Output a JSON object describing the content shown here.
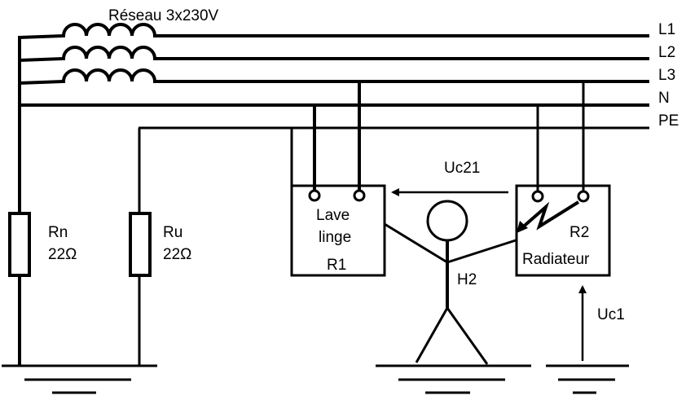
{
  "title": "Réseau 3x230V",
  "conductors": [
    {
      "id": "L1",
      "label": "L1"
    },
    {
      "id": "L2",
      "label": "L2"
    },
    {
      "id": "L3",
      "label": "L3"
    },
    {
      "id": "N",
      "label": "N"
    },
    {
      "id": "PE",
      "label": "PE"
    }
  ],
  "resistors": [
    {
      "name": "Rn",
      "value": "22Ω"
    },
    {
      "name": "Ru",
      "value": "22Ω"
    }
  ],
  "devices": {
    "r1": {
      "line1": "Lave",
      "line2": "linge",
      "ref": "R1"
    },
    "r2": {
      "ref": "R2",
      "name": "Radiateur"
    }
  },
  "person": {
    "label": "H2"
  },
  "voltages": {
    "uc21": "Uc21",
    "uc1": "Uc1"
  }
}
